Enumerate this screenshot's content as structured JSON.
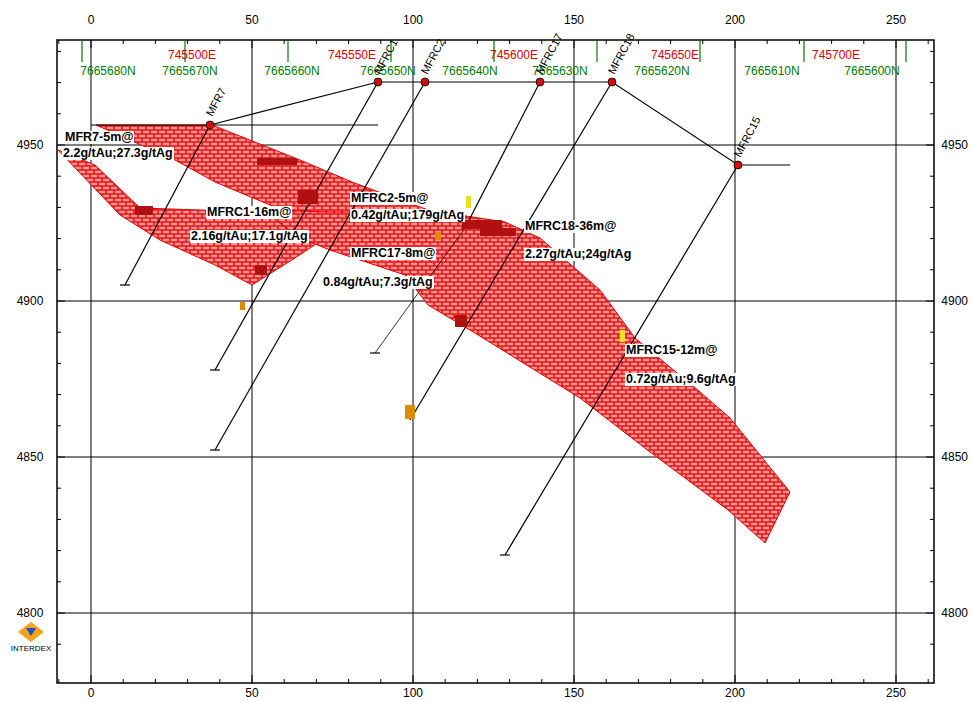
{
  "diagram": {
    "labels": [
      "0",
      "50",
      "100",
      "150",
      "200",
      "250",
      "0",
      "50",
      "100",
      "150",
      "200",
      "250",
      "4950",
      "4900",
      "4850",
      "4800",
      "4950",
      "4900",
      "4850",
      "4800",
      "745500E",
      "745550E",
      "745600E",
      "745650E",
      "745700E",
      "7665680N",
      "7665670N",
      "7665660N",
      "7665650N",
      "7665640N",
      "7665630N",
      "7665620N",
      "7665610N",
      "7665600N",
      "MFR7",
      "MFRC1",
      "MFRC2",
      "MFRC17",
      "MFRC18",
      "MFRC15",
      "MFR7-5m@",
      "2.2g/tAu;27.3g/tAg",
      "MFRC1-16m@",
      "2.16g/tAu;17.1g/tAg",
      "MFRC2-5m@",
      "0.42g/tAu;179g/tAg",
      "MFRC17-8m@",
      "0.84g/tAu;7.3g/tAg",
      "MFRC18-36m@",
      "2.27g/tAu;24g/tAg",
      "MFRC15-12m@",
      "0.72g/tAu;9.6g/tAg",
      "INTERDEX"
    ]
  }
}
